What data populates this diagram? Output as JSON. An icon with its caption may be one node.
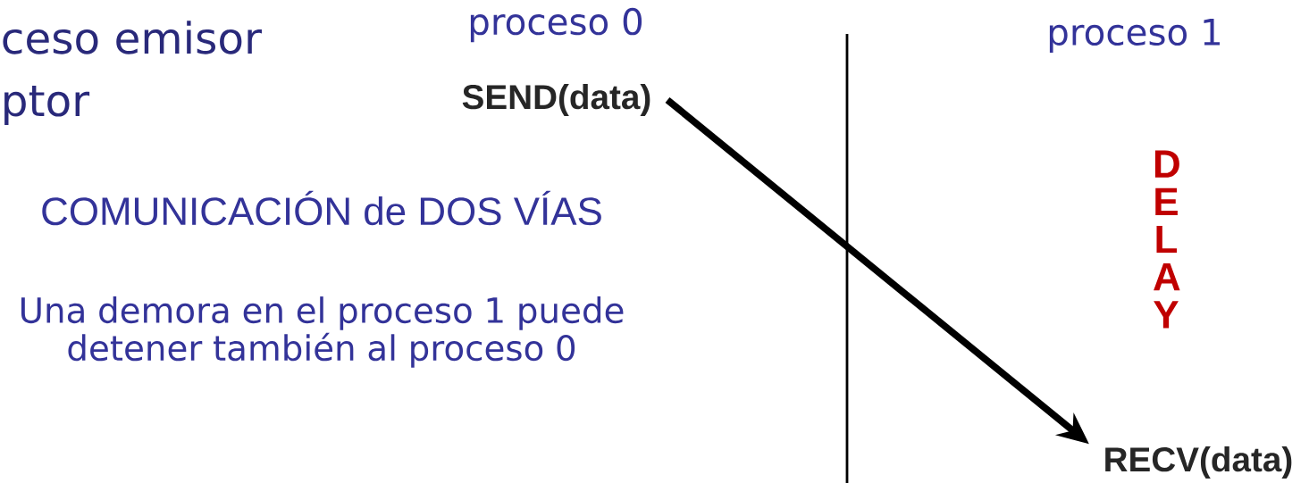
{
  "diagram": {
    "nodes": [
      {
        "text": [
          "SEND(data)"
        ]
      },
      {
        "text": [
          "RECV(data)"
        ]
      }
    ],
    "edges": [
      {
        "from": 0,
        "to": 1,
        "arrow": "to"
      }
    ],
    "labels": [
      "ceso emisor",
      "ptor",
      "proceso 0",
      "proceso 1",
      "COMUNICACIÓN de DOS VÍAS",
      "Una demora en el proceso 1 puede detener también al proceso 0",
      "D E L A Y"
    ]
  }
}
